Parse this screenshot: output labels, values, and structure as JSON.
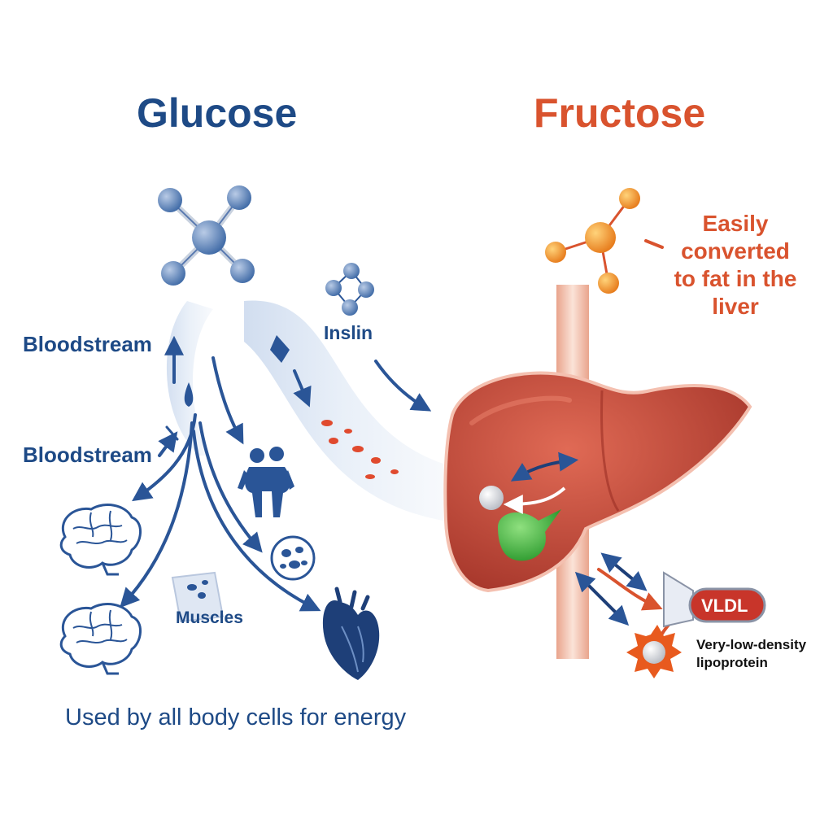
{
  "titles": {
    "glucose": "Glucose",
    "fructose": "Fructose"
  },
  "labels": {
    "bloodstream_upper": "Bloodstream",
    "bloodstream_lower": "Bloodstream",
    "insulin": "Inslin",
    "muscles": "Muscles",
    "used_by_cells": "Used by all body cells for energy",
    "easily_converted": "Easily converted to fat in the liver",
    "vldl": "VLDL",
    "vldl_full": "Very-low-density lipoprotein"
  },
  "colors": {
    "glucose_blue": "#1e4a86",
    "fructose_orange": "#d9532e",
    "liver_red": "#c84a3a",
    "gallbladder_green": "#3aa83a",
    "vessel_pink": "#f2c3b0"
  },
  "icons": [
    "glucose-molecule-icon",
    "insulin-molecule-icon",
    "fructose-molecule-icon",
    "brain-icon",
    "human-figure-icon",
    "cell-icon",
    "muscle-cell-icon",
    "heart-icon",
    "liver-icon",
    "gallbladder-icon",
    "lipoprotein-icon"
  ]
}
